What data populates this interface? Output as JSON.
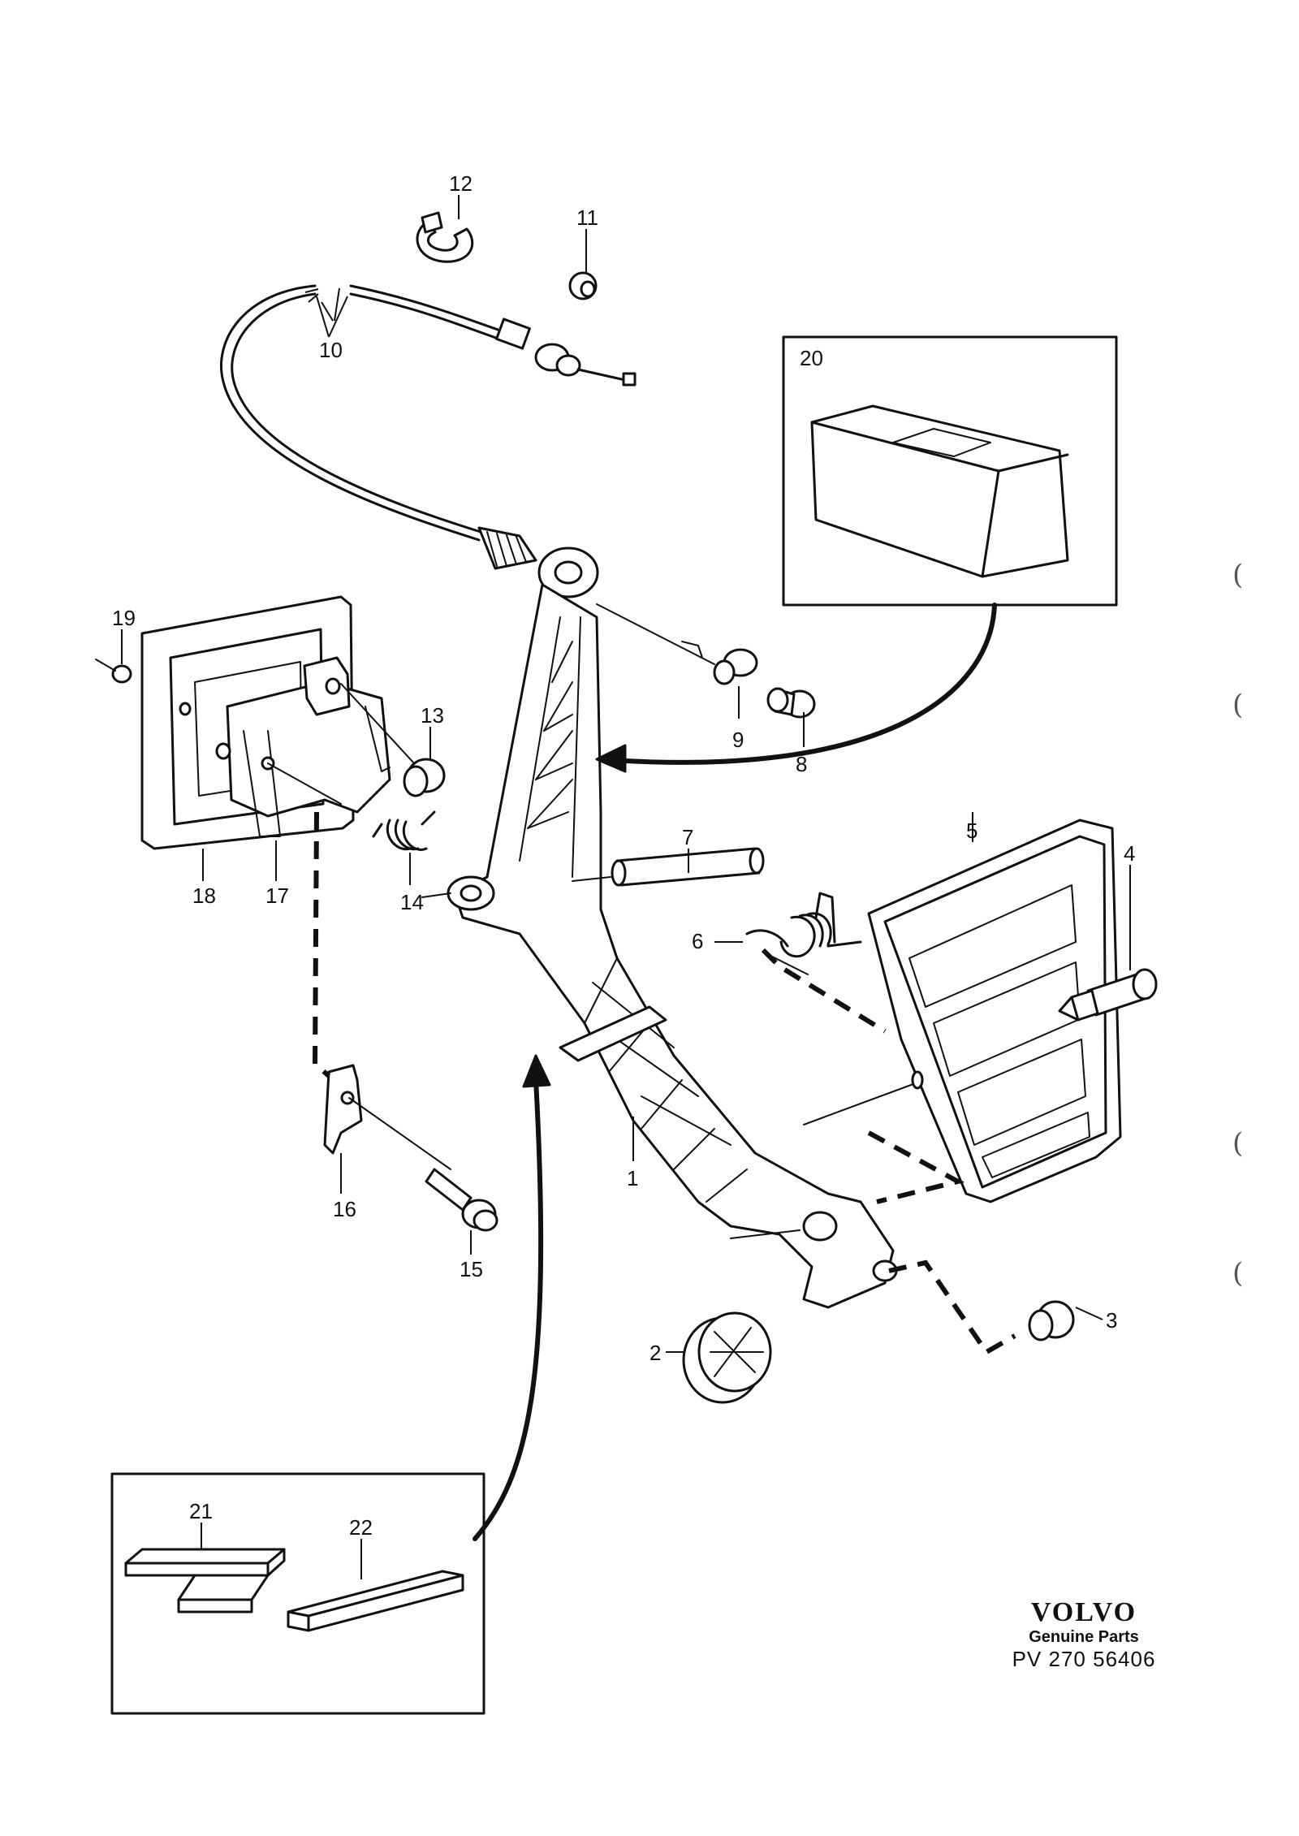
{
  "brand": {
    "name": "VOLVO",
    "subtitle": "Genuine Parts",
    "code": "PV 270 56406"
  },
  "callouts": {
    "c1": "1",
    "c2": "2",
    "c3": "3",
    "c4": "4",
    "c5": "5",
    "c6": "6",
    "c7": "7",
    "c8": "8",
    "c9": "9",
    "c10": "10",
    "c11": "11",
    "c12": "12",
    "c13": "13",
    "c14": "14",
    "c15": "15",
    "c16": "16",
    "c17": "17",
    "c18": "18",
    "c19": "19",
    "c20": "20",
    "c21": "21",
    "c22": "22"
  },
  "margin_marks": [
    "(",
    "(",
    "(",
    "("
  ],
  "colors": {
    "ink": "#111111",
    "paper": "#ffffff"
  }
}
